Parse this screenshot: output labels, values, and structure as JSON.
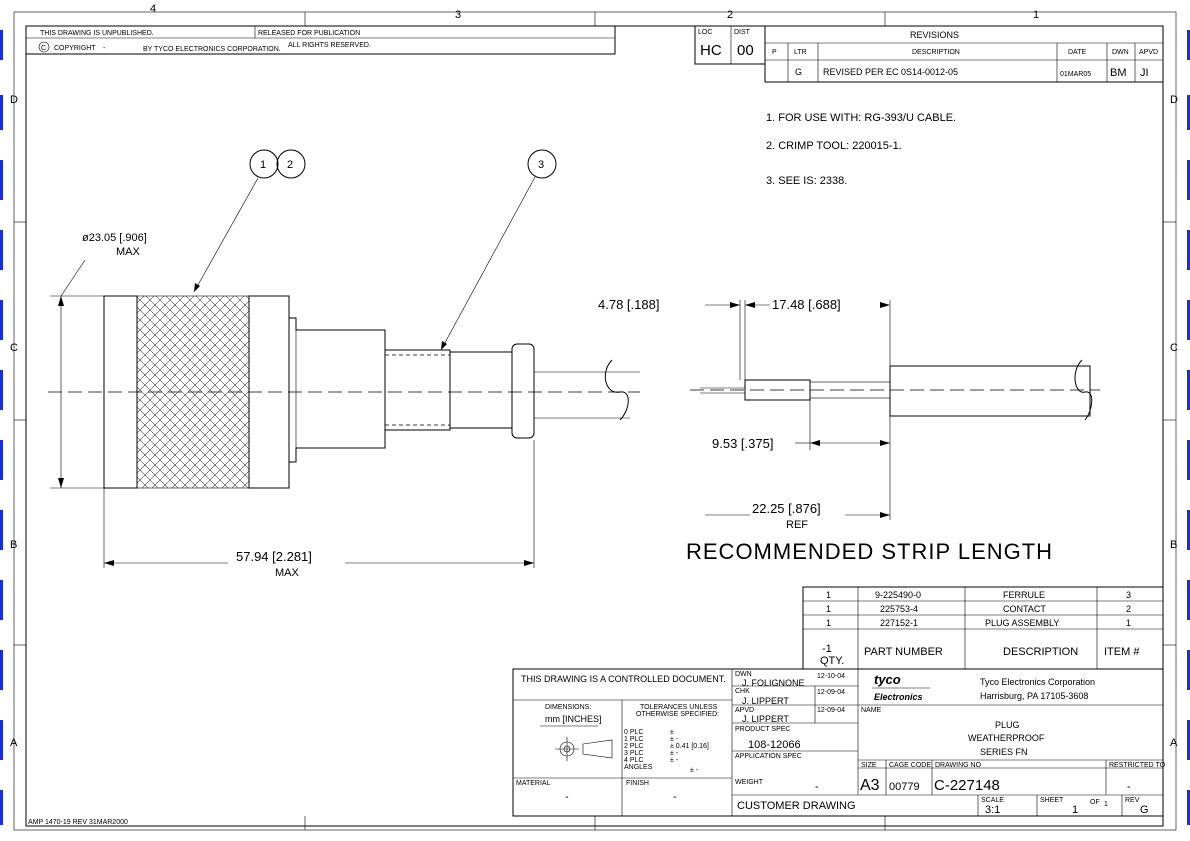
{
  "border": {
    "top_zones": [
      "4",
      "3",
      "2",
      "1"
    ],
    "side_zones": [
      "D",
      "C",
      "B",
      "A"
    ]
  },
  "header": {
    "unpublished": "THIS DRAWING IS UNPUBLISHED.",
    "released": "RELEASED FOR PUBLICATION",
    "copyright": "COPYRIGHT",
    "copyright_dash": "-",
    "by": "BY TYCO ELECTRONICS CORPORATION.",
    "rights": "ALL RIGHTS RESERVED.",
    "loc_label": "LOC",
    "loc_value": "HC",
    "dist_label": "DIST",
    "dist_value": "00"
  },
  "revisions": {
    "title": "REVISIONS",
    "headers": [
      "P",
      "LTR",
      "DESCRIPTION",
      "DATE",
      "DWN",
      "APVD"
    ],
    "row": {
      "ltr": "G",
      "description": "REVISED PER EC 0S14-0012-05",
      "date": "01MAR05",
      "dwn": "BM",
      "apvd": "JI"
    }
  },
  "notes": [
    "1. FOR USE WITH: RG-393/U CABLE.",
    "2. CRIMP TOOL: 220015-1.",
    "3. SEE IS: 2338."
  ],
  "balloons": [
    "1",
    "2",
    "3"
  ],
  "dimensions": {
    "diameter": "ø23.05 [.906]",
    "diameter_max": "MAX",
    "length": "57.94 [2.281]",
    "length_max": "MAX",
    "strip_a": "4.78 [.188]",
    "strip_b": "17.48 [.688]",
    "strip_c": "9.53 [.375]",
    "strip_d": "22.25 [.876]",
    "strip_d_ref": "REF"
  },
  "strip_title": "RECOMMENDED STRIP LENGTH",
  "bom": {
    "rows": [
      {
        "qty": "1",
        "part": "9-225490-0",
        "desc": "FERRULE",
        "item": "3"
      },
      {
        "qty": "1",
        "part": "225753-4",
        "desc": "CONTACT",
        "item": "2"
      },
      {
        "qty": "1",
        "part": "227152-1",
        "desc": "PLUG ASSEMBLY",
        "item": "1"
      }
    ],
    "header": {
      "qty_top": "-1",
      "qty": "QTY.",
      "part": "PART NUMBER",
      "desc": "DESCRIPTION",
      "item": "ITEM #"
    }
  },
  "title_block": {
    "controlled": "THIS DRAWING IS A CONTROLLED DOCUMENT.",
    "dimensions": "DIMENSIONS:",
    "units": "mm [INCHES]",
    "tolerances": "TOLERANCES UNLESS",
    "otherwise": "OTHERWISE SPECIFIED:",
    "plc": [
      "0 PLC",
      "1 PLC",
      "2 PLC",
      "3 PLC",
      "4 PLC",
      "ANGLES"
    ],
    "plc_vals": [
      "±",
      "± -",
      "± 0.41 [0.16]",
      "± -",
      "± -",
      "± -"
    ],
    "material": "MATERIAL",
    "material_val": "-",
    "finish": "FINISH",
    "finish_val": "-",
    "dwn_label": "DWN",
    "dwn": "J. FOLIGNONE",
    "dwn_date": "12-10-04",
    "chk_label": "CHK",
    "chk": "J. LIPPERT",
    "chk_date": "12-09-04",
    "apvd_label": "APVD",
    "apvd": "J. LIPPERT",
    "apvd_date": "12-09-04",
    "product_spec_label": "PRODUCT SPEC",
    "product_spec": "108-12066",
    "application_spec_label": "APPLICATION SPEC",
    "weight_label": "WEIGHT",
    "weight": "-",
    "customer": "CUSTOMER DRAWING",
    "company_logo_1": "tyco",
    "company_logo_2": "Electronics",
    "company": "Tyco Electronics Corporation",
    "address": "Harrisburg, PA 17105-3608",
    "name_label": "NAME",
    "name_lines": [
      "PLUG",
      "WEATHERPROOF",
      "SERIES FN"
    ],
    "size_label": "SIZE",
    "size": "A3",
    "cage_label": "CAGE CODE",
    "cage": "00779",
    "drawing_label": "DRAWING NO",
    "drawing_no": "C-227148",
    "restricted_label": "RESTRICTED TO",
    "restricted": "-",
    "scale_label": "SCALE",
    "scale": "3:1",
    "sheet_label": "SHEET",
    "sheet": "1",
    "of_label": "OF",
    "of": "1",
    "rev_label": "REV",
    "rev": "G"
  },
  "form_id": "AMP 1470-19 REV 31MAR2000"
}
